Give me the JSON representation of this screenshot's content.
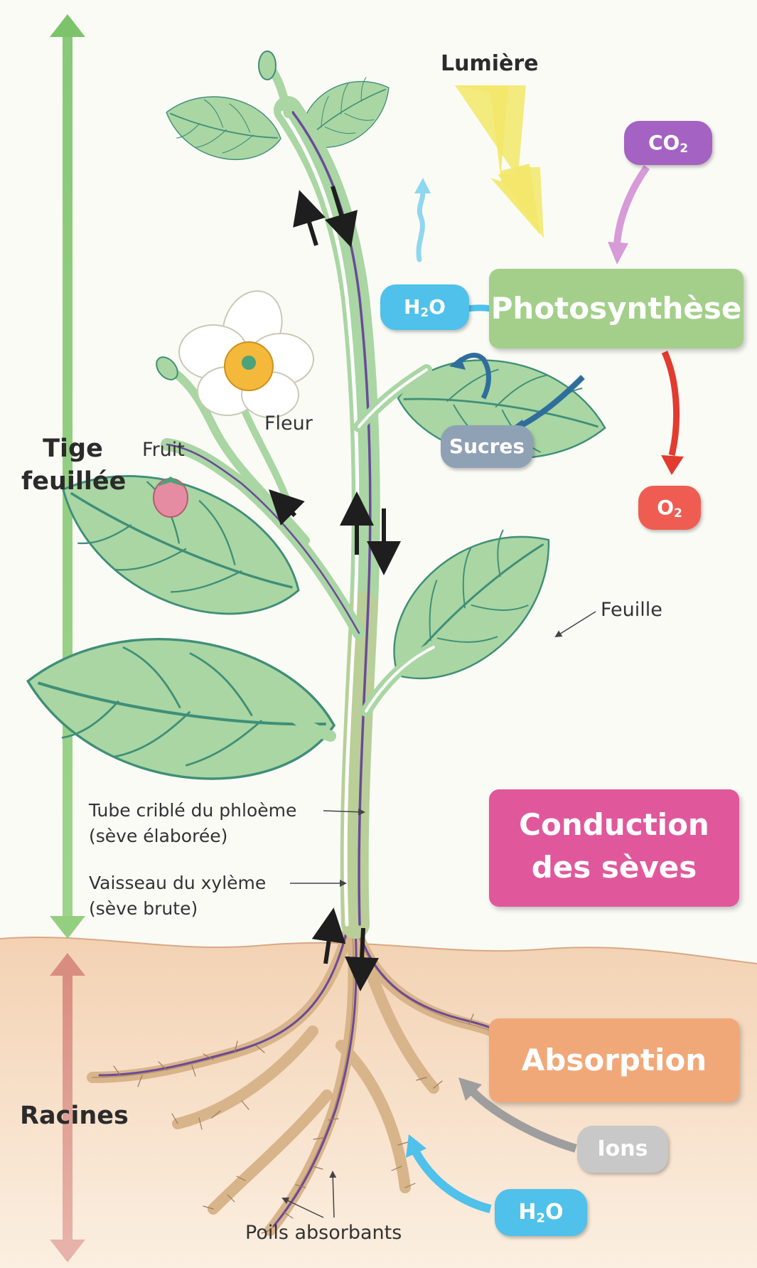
{
  "sections": {
    "stem": {
      "line1": "Tige",
      "line2": "feuillée"
    },
    "roots": "Racines"
  },
  "light": "Lumière",
  "molecules": {
    "co2": {
      "base": "CO",
      "sub": "2"
    },
    "h2o_top": {
      "base": "H",
      "sub": "2",
      "tail": "O"
    },
    "o2": {
      "base": "O",
      "sub": "2"
    },
    "sugars": "Sucres",
    "ions": "Ions",
    "h2o_bottom": {
      "base": "H",
      "sub": "2",
      "tail": "O"
    }
  },
  "processes": {
    "photosynthesis": "Photosynthèse",
    "conduction": {
      "line1": "Conduction",
      "line2": "des sèves"
    },
    "absorption": "Absorption"
  },
  "labels": {
    "flower": "Fleur",
    "fruit": "Fruit",
    "leaf": "Feuille",
    "phloem_line1": "Tube criblé du phloème",
    "phloem_line2": "(sève élaborée)",
    "xylem_line1": "Vaisseau du xylème",
    "xylem_line2": "(sève brute)",
    "root_hairs": "Poils absorbants"
  },
  "colors": {
    "plant_green": "#a9d6a3",
    "vein_green": "#3f8f78",
    "stem_purple": "#6a4a9a",
    "soil": "#f6dcc2",
    "root_tan": "#d8b48a",
    "photosynthesis_box": "#a3cf8a",
    "conduction_box": "#e0589b",
    "absorption_box": "#f1a878",
    "co2_pill": "#a462c2",
    "h2o_pill": "#4fc1ea",
    "o2_pill": "#ef5d52",
    "sugars_pill": "#8fa1b5",
    "ions_pill": "#c8c8c8",
    "light_bolt": "#f2e86a"
  }
}
